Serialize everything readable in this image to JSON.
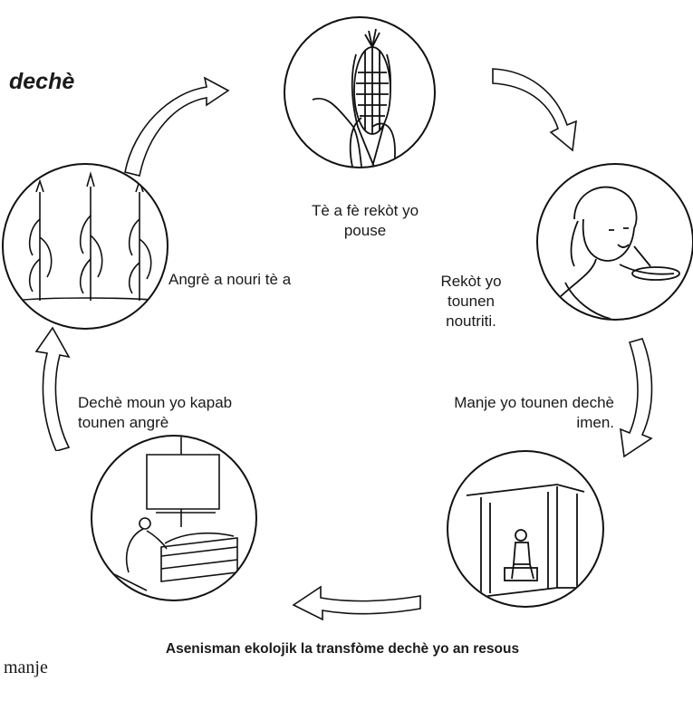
{
  "title": "dechè",
  "partial_text": "manje",
  "caption": "Asenisman ekolojik la transfòme dechè yo an resous",
  "steps": [
    {
      "label": "Tè a fè rekòt yo pouse",
      "icon": "corn-cob-icon"
    },
    {
      "label": "Rekòt yo tounen noutriti.",
      "icon": "woman-eating-icon"
    },
    {
      "label": "Manje yo tounen dechè imen.",
      "icon": "latrine-icon"
    },
    {
      "label": "Dechè moun yo kapab tounen angrè",
      "icon": "compost-bin-icon"
    },
    {
      "label": "Angrè a nouri tè a",
      "icon": "corn-plants-icon"
    }
  ],
  "colors": {
    "ink": "#111111",
    "background": "#ffffff"
  }
}
